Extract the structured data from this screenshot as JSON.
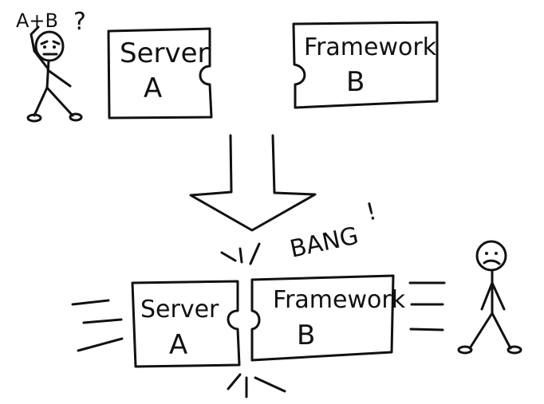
{
  "top": {
    "person_label": "A+B",
    "question_mark": "?",
    "server": {
      "name": "Server",
      "letter": "A"
    },
    "framework": {
      "name": "Framework",
      "letter": "B"
    }
  },
  "middle": {
    "impact_text": "BANG",
    "exclamation_mark": "!"
  },
  "bottom": {
    "server": {
      "name": "Server",
      "letter": "A"
    },
    "framework": {
      "name": "Framework",
      "letter": "B"
    }
  }
}
